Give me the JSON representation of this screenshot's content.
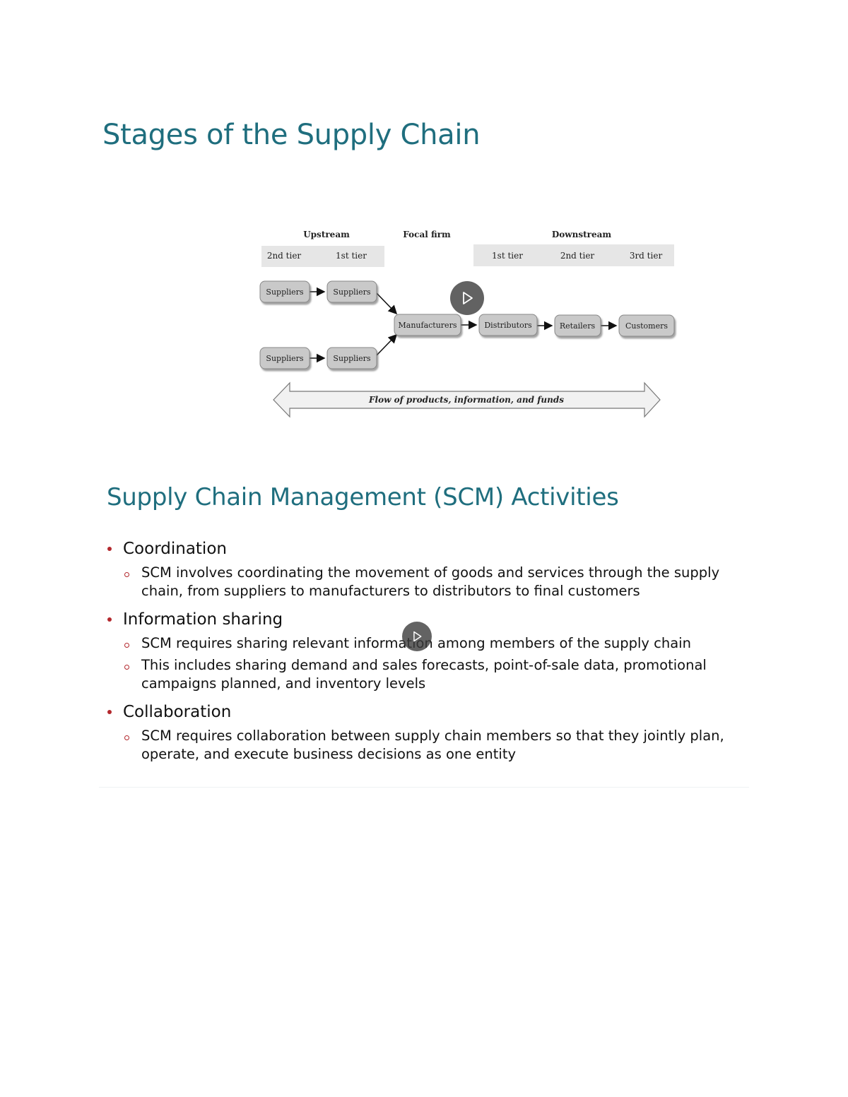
{
  "page": {
    "title": "Stages of the Supply Chain",
    "section_title": "Supply Chain Management (SCM) Activities"
  },
  "diagram": {
    "upstream": "Upstream",
    "focal": "Focal firm",
    "downstream": "Downstream",
    "up_tiers": [
      "2nd tier",
      "1st tier"
    ],
    "down_tiers": [
      "1st tier",
      "2nd tier",
      "3rd tier"
    ],
    "nodes": {
      "supplier": "Suppliers",
      "manufacturers": "Manufacturers",
      "distributors": "Distributors",
      "retailers": "Retailers",
      "customers": "Customers"
    },
    "flow": "Flow of products, information, and funds"
  },
  "activities": [
    {
      "heading": "Coordination",
      "points": [
        "SCM involves coordinating the movement of goods and services through the supply chain, from suppliers to manufacturers to distributors to final customers"
      ]
    },
    {
      "heading": "Information sharing",
      "points": [
        "SCM requires sharing relevant information among members of the supply chain",
        "This includes sharing demand and sales forecasts, point-of-sale data, promotional campaigns planned, and inventory levels"
      ]
    },
    {
      "heading": "Collaboration",
      "points": [
        "SCM requires collaboration between supply chain members so that they jointly plan, operate, and execute business decisions as one entity"
      ]
    }
  ],
  "colors": {
    "title": "#1f6e7e",
    "bullet": "#b3282d",
    "node_fill": "#c9c9c9",
    "tier_band": "#e6e6e6"
  }
}
